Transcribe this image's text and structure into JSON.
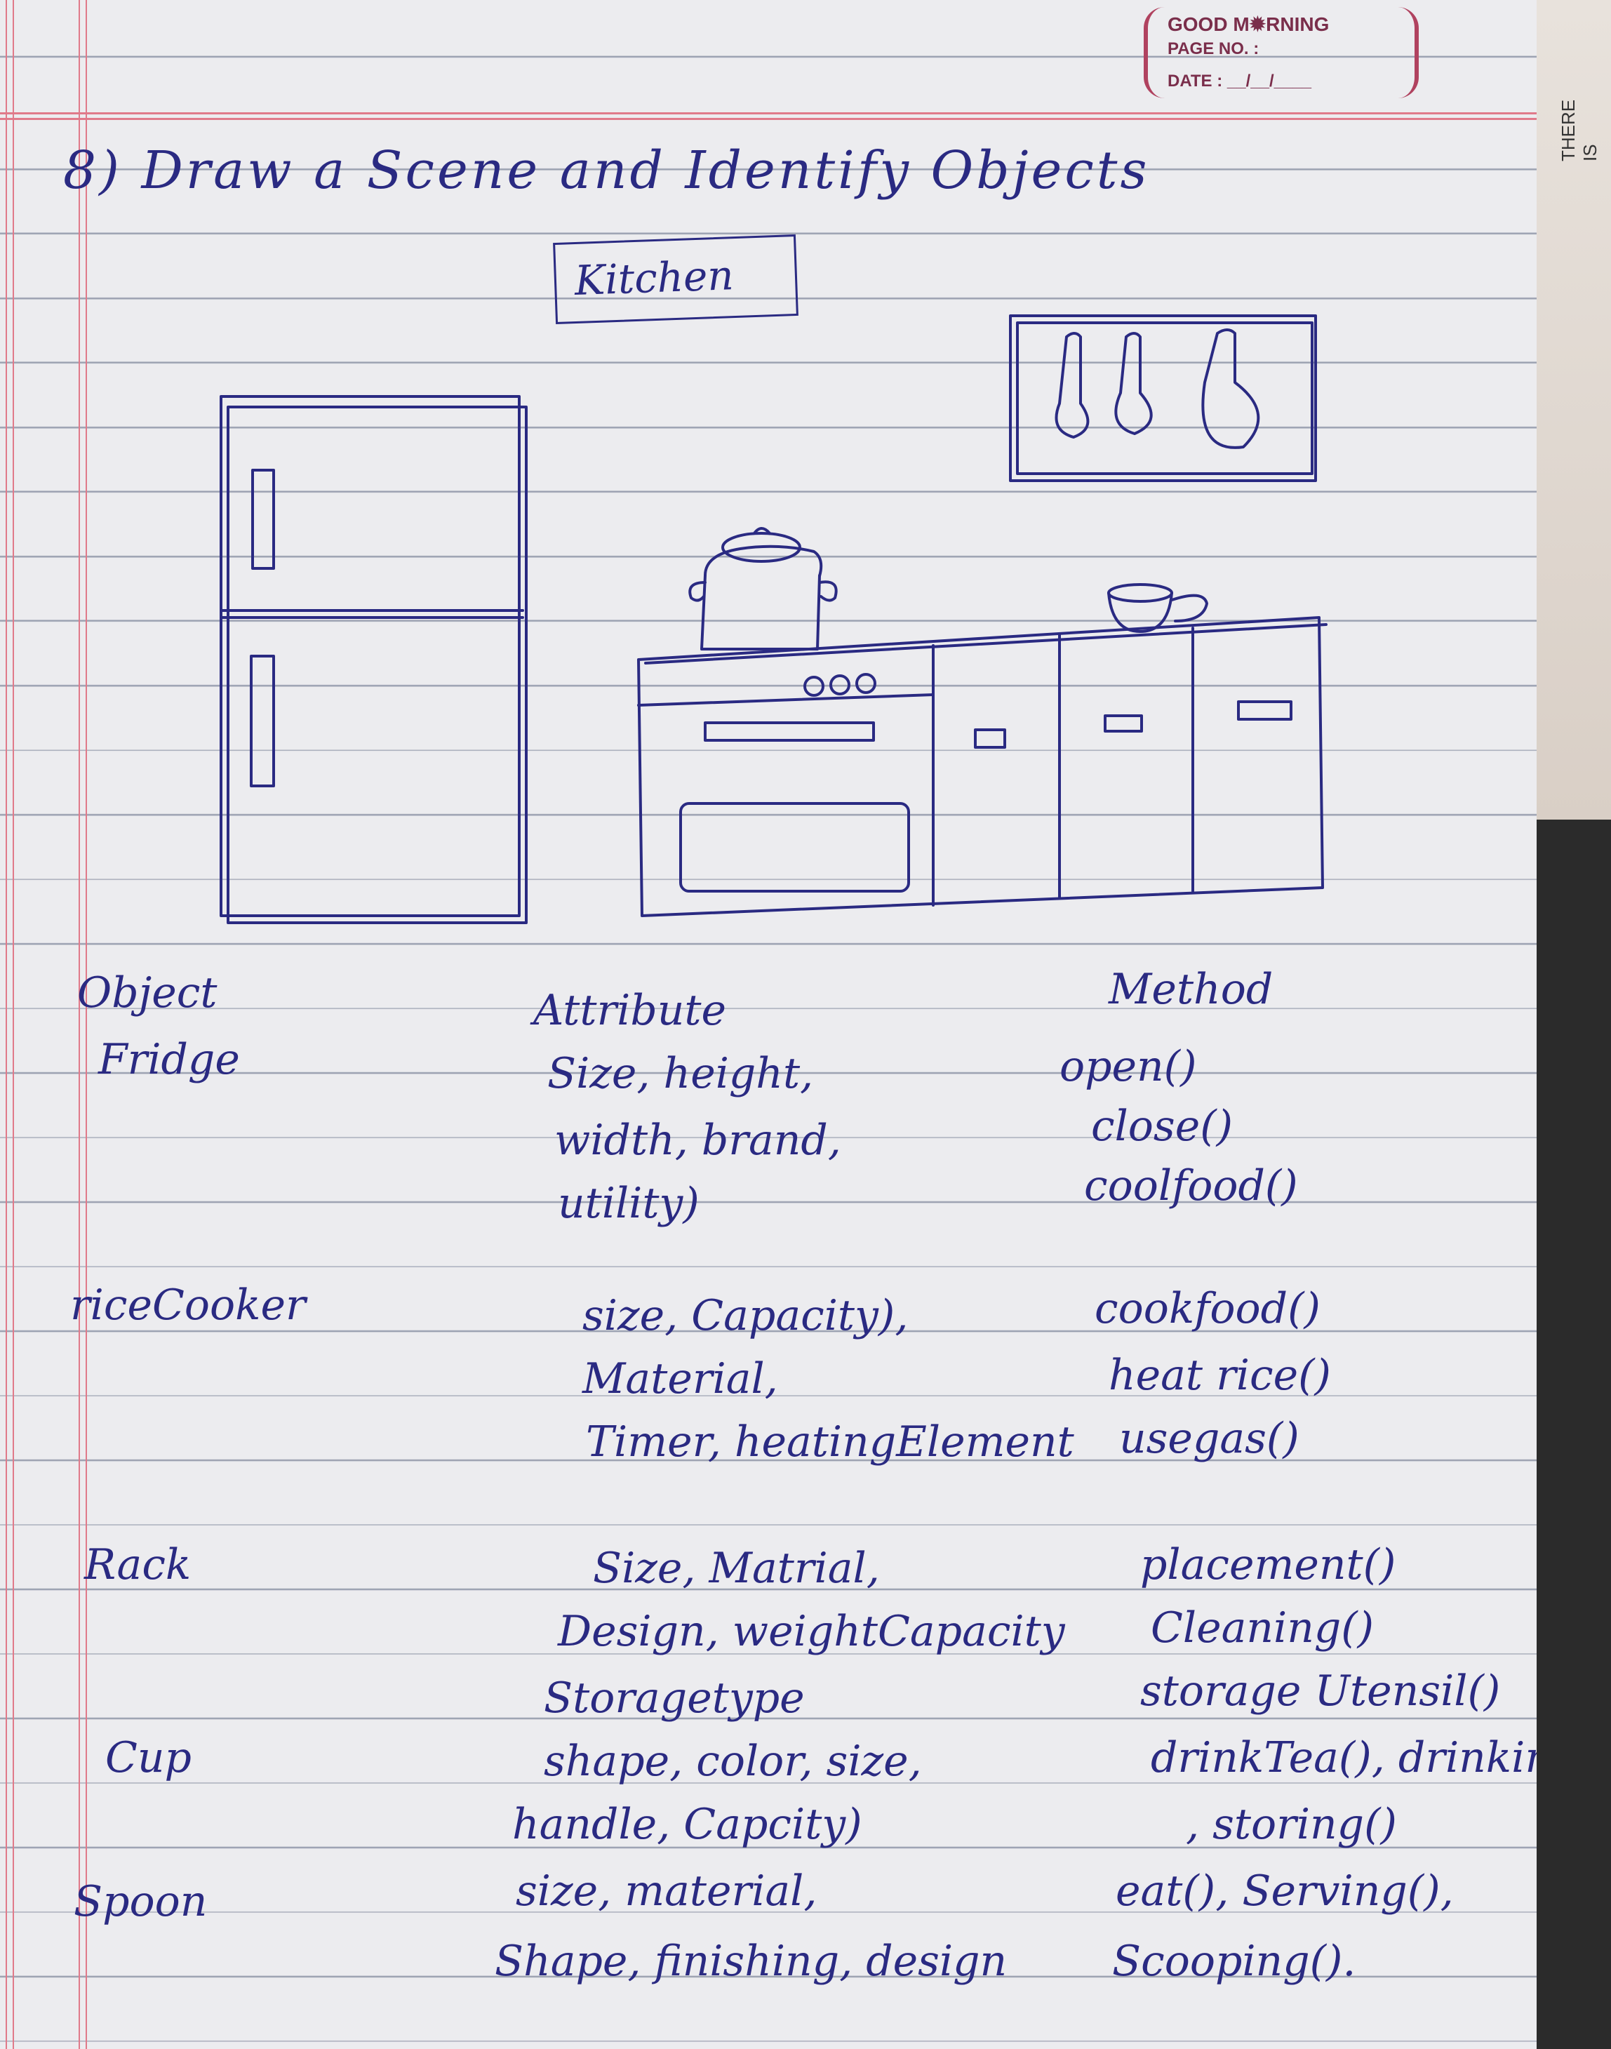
{
  "header": {
    "brand": "GOOD M✹RNING",
    "page_no_label": "PAGE NO. :",
    "date_label": "DATE : __/__/____"
  },
  "side_strip_text": "THERE IS",
  "title": "8) Draw a Scene and Identify Objects",
  "scene_label": "Kitchen",
  "table": {
    "headers": {
      "object": "Object",
      "attribute": "Attribute",
      "method": "Method"
    },
    "rows": [
      {
        "object": "Fridge",
        "attribute": [
          "Size, height,",
          "width, brand,",
          "utility)"
        ],
        "method": [
          "open()",
          "close()",
          "coolfood()"
        ]
      },
      {
        "object": "riceCooker",
        "attribute": [
          "size, Capacity),",
          "Material,",
          "Timer, heatingElement"
        ],
        "method": [
          "cookfood()",
          "heat rice()",
          "usegas()"
        ]
      },
      {
        "object": "Rack",
        "attribute": [
          "Size, Matrial,",
          "Design, weightCapacity",
          "Storagetype"
        ],
        "method": [
          "placement()",
          "Cleaning()",
          "storage Utensil()"
        ]
      },
      {
        "object": "Cup",
        "attribute": [
          "shape, color, size,",
          "handle, Capcity)"
        ],
        "method": [
          "drinkTea(), drinking()",
          ", storing()"
        ]
      },
      {
        "object": "Spoon",
        "attribute": [
          "size, material,",
          "Shape, finishing, design"
        ],
        "method": [
          "eat(), Serving(),",
          "Scooping()."
        ]
      }
    ]
  }
}
